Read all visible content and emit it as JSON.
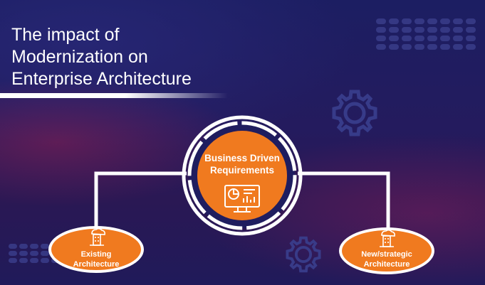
{
  "title": {
    "line1": "The impact of",
    "line2": "Modernization on",
    "line3": "Enterprise Architecture"
  },
  "center_node": {
    "line1": "Business Driven",
    "line2": "Requirements",
    "icon": "analytics-dashboard-icon"
  },
  "left_node": {
    "line1": "Existing",
    "line2": "Architecture",
    "icon": "cloud-building-icon"
  },
  "right_node": {
    "line1": "New/strategic",
    "line2": "Architecture",
    "icon": "cloud-building-icon"
  },
  "decorations": {
    "background_icon": "gear-icon",
    "pattern": "dot-grid"
  },
  "colors": {
    "background": "#1f1c5e",
    "accent_orange": "#f07a1f",
    "line_white": "#ffffff"
  }
}
